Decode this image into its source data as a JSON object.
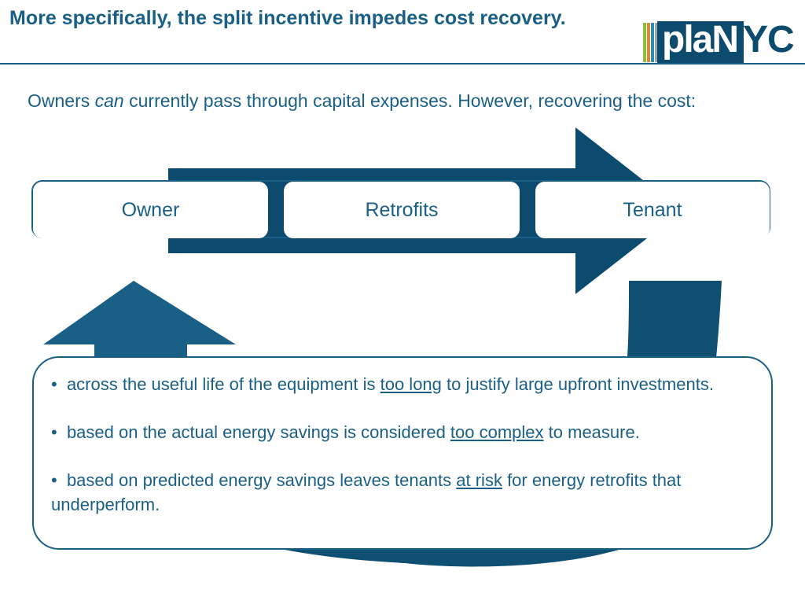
{
  "slide": {
    "title": "More specifically, the split incentive impedes cost recovery.",
    "logo": {
      "plan": "plaN",
      "nyc": "YC",
      "stripe_colors": [
        "#8bbf3f",
        "#e08a2e",
        "#2b8fb5",
        "#9aa4ab"
      ]
    },
    "subtitle": {
      "pre": "Owners ",
      "em": "can",
      "post": " currently pass through capital expenses. However, recovering the cost:"
    },
    "flow": [
      "Owner",
      "Retrofits",
      "Tenant"
    ],
    "bullets": [
      {
        "bullet": "•",
        "pre": "across the useful life of the equipment is ",
        "underline": "too long",
        "post": " to justify large upfront investments."
      },
      {
        "bullet": "•",
        "pre": "based on the actual energy savings is considered ",
        "underline": "too complex",
        "post": " to measure."
      },
      {
        "bullet": "•",
        "pre": "based on predicted energy savings leaves tenants ",
        "underline": "at risk",
        "post": " for energy retrofits that underperform."
      }
    ],
    "colors": {
      "primary": "#1a5f86",
      "arrow_dark": "#0d4b6e",
      "arrow_mid": "#1f6f95"
    }
  }
}
